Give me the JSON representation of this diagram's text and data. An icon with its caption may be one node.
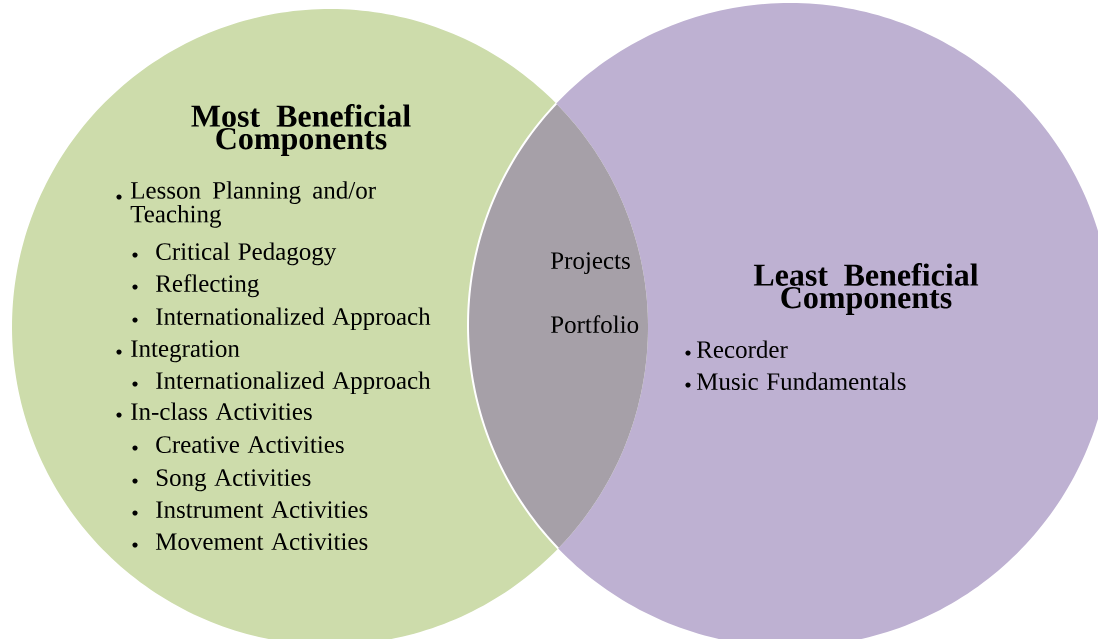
{
  "diagram": {
    "nodes": [
      {
        "text": [
          "Most Beneficial Components",
          "Lesson Planning and/or Teaching",
          "Critical Pedagogy",
          "Reflecting",
          "Internationalized Approach",
          "Integration",
          "Internationalized Approach",
          "In-class Activities",
          "Creative Activities",
          "Song Activities",
          "Instrument Activities",
          "Movement Activities"
        ]
      },
      {
        "text": [
          "Least Beneficial Components",
          "Recorder",
          "Music Fundamentals"
        ]
      },
      {
        "text": [
          "Projects",
          "Portfolio"
        ]
      }
    ]
  }
}
